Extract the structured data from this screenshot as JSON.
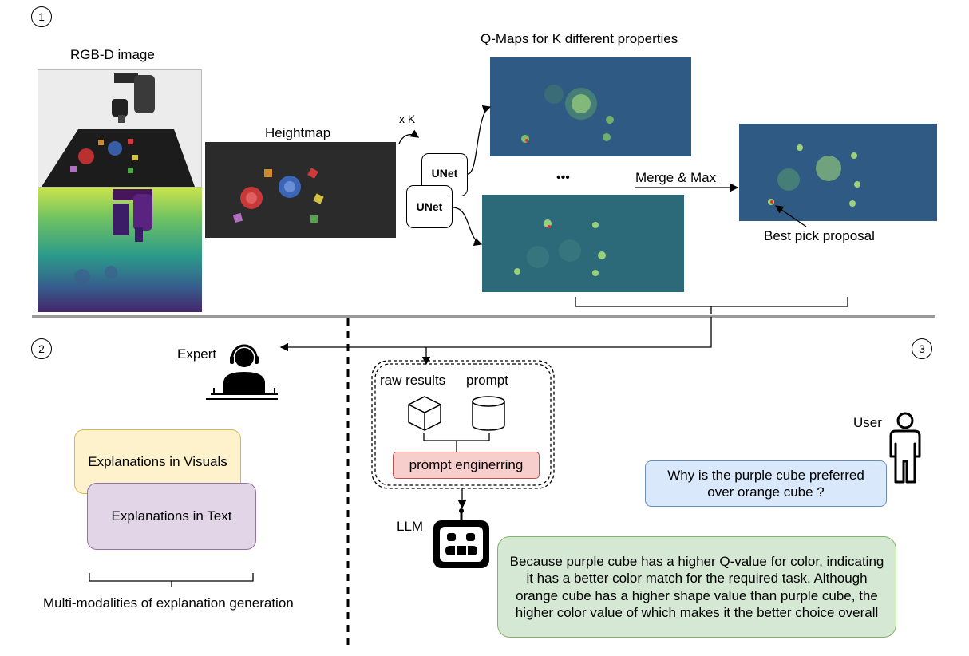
{
  "steps": {
    "step1": "1",
    "step2": "2",
    "step3": "3"
  },
  "labels": {
    "rgbd": "RGB-D image",
    "heightmap": "Heightmap",
    "xk": "x K",
    "unet_a": "UNet",
    "unet_b": "UNet",
    "qmaps_title": "Q-Maps for K different properties",
    "ellipsis": "•••",
    "merge": "Merge & Max",
    "best_pick": "Best pick proposal",
    "expert": "Expert",
    "raw_results": "raw results",
    "prompt": "prompt",
    "prompt_eng": "prompt enginerring",
    "llm": "LLM",
    "user": "User",
    "vis_expl": "Explanations in Visuals",
    "text_expl": "Explanations in Text",
    "multi": "Multi-modalities of explanation generation",
    "question": "Why is the purple cube preferred over orange cube ?",
    "answer": "Because purple cube has a higher Q-value for color, indicating it has a better color match for the required task. Although orange cube has a higher shape value than purple cube, the higher color value of which makes it the better choice overall"
  },
  "colors": {
    "qmap_bg": "#2f5a84",
    "qmap_bg_teal": "#2c6a79",
    "heightmap_bg": "#2b2b2b",
    "vis_fill": "#fdf2cc",
    "vis_stroke": "#d6b656",
    "text_fill": "#e1d5e7",
    "text_stroke": "#9673a6",
    "prompt_fill": "#f8cecc",
    "prompt_stroke": "#b85450",
    "question_fill": "#dae8fc",
    "question_stroke": "#6c8ebf",
    "answer_fill": "#d5e8d4",
    "answer_stroke": "#82b366"
  },
  "icons": [
    "expert-icon",
    "cube-icon",
    "database-icon",
    "robot-icon",
    "user-icon"
  ]
}
